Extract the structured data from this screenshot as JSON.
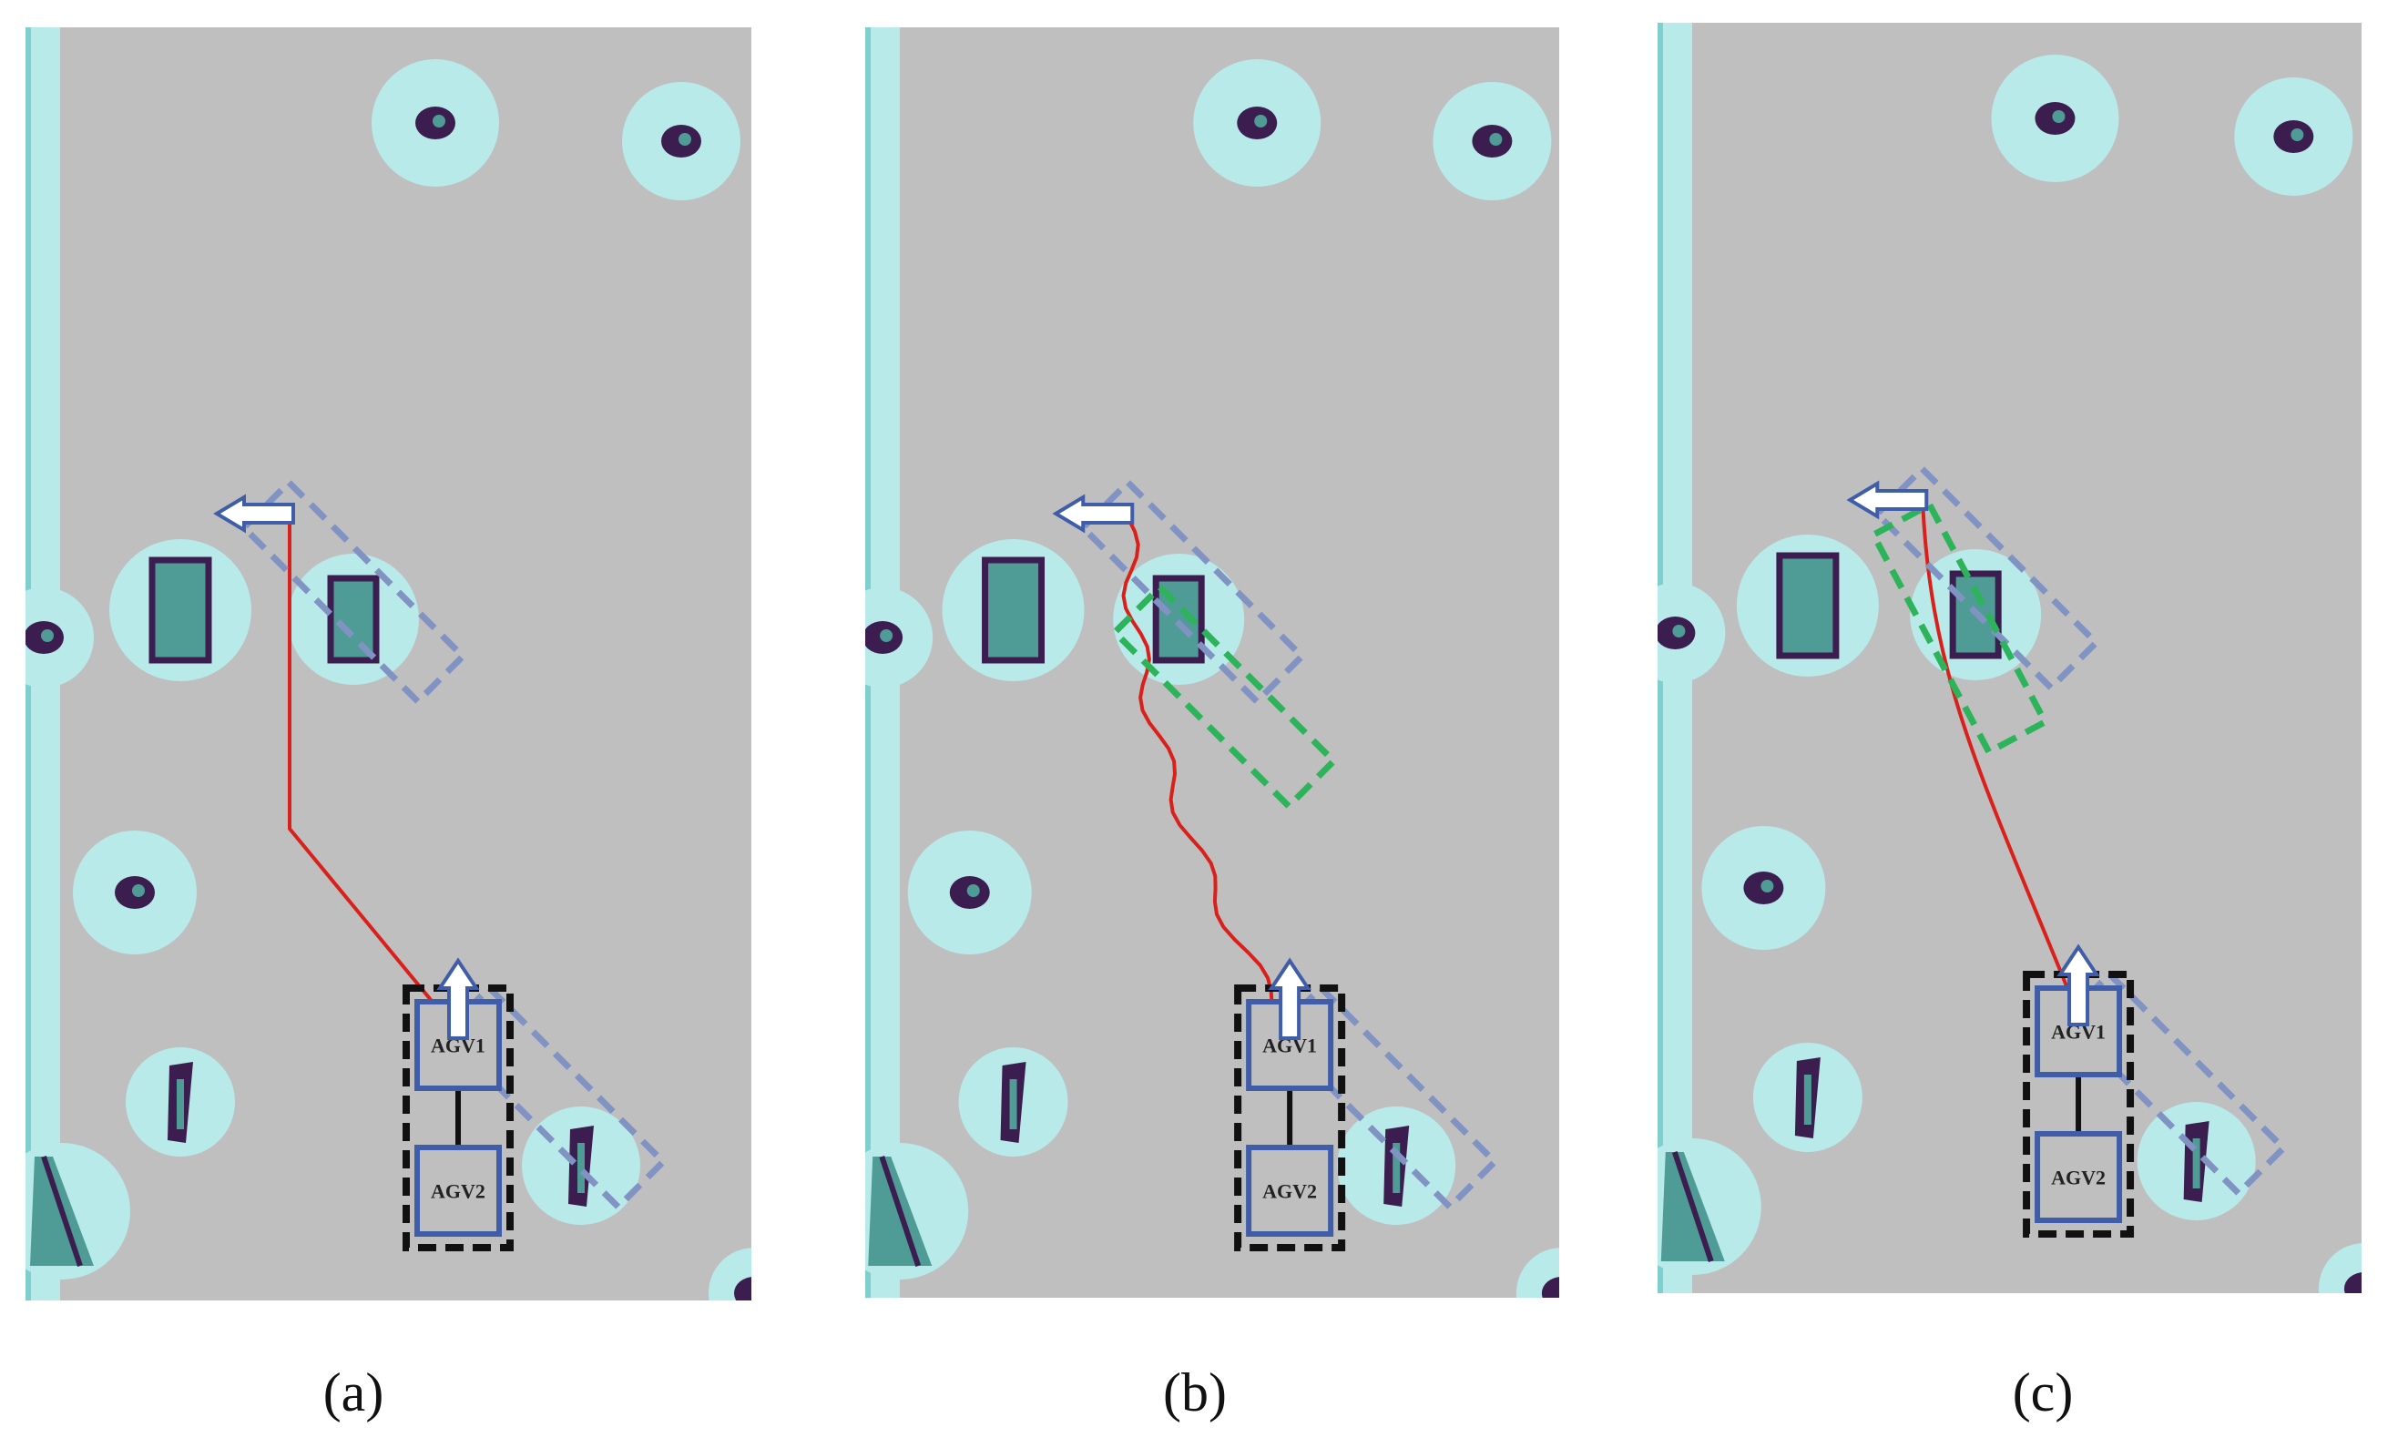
{
  "colors": {
    "background": "#ffffff",
    "free_space": "#bfbfbf",
    "inflation": "#b9eaea",
    "obstacle_dark": "#3b1e4f",
    "obstacle_teal": "#4f9b95",
    "path": "#d9201b",
    "agv_box": "#3f5da8",
    "agv_fill": "#bfbfbf",
    "formation_frame": "#111111",
    "rotated_footprint": "#8193c2",
    "green_footprint": "#2db35a",
    "arrow": "#3f5da8",
    "arrow_fill": "#ffffff"
  },
  "panels": [
    {
      "id": "a",
      "caption": "(a)",
      "agv_labels": [
        "AGV1",
        "AGV2"
      ],
      "has_green_footprint": false,
      "path_style": "piecewise-linear"
    },
    {
      "id": "b",
      "caption": "(b)",
      "agv_labels": [
        "AGV1",
        "AGV2"
      ],
      "has_green_footprint": true,
      "path_style": "jagged"
    },
    {
      "id": "c",
      "caption": "(c)",
      "agv_labels": [
        "AGV1",
        "AGV2"
      ],
      "has_green_footprint": true,
      "path_style": "smooth"
    }
  ]
}
